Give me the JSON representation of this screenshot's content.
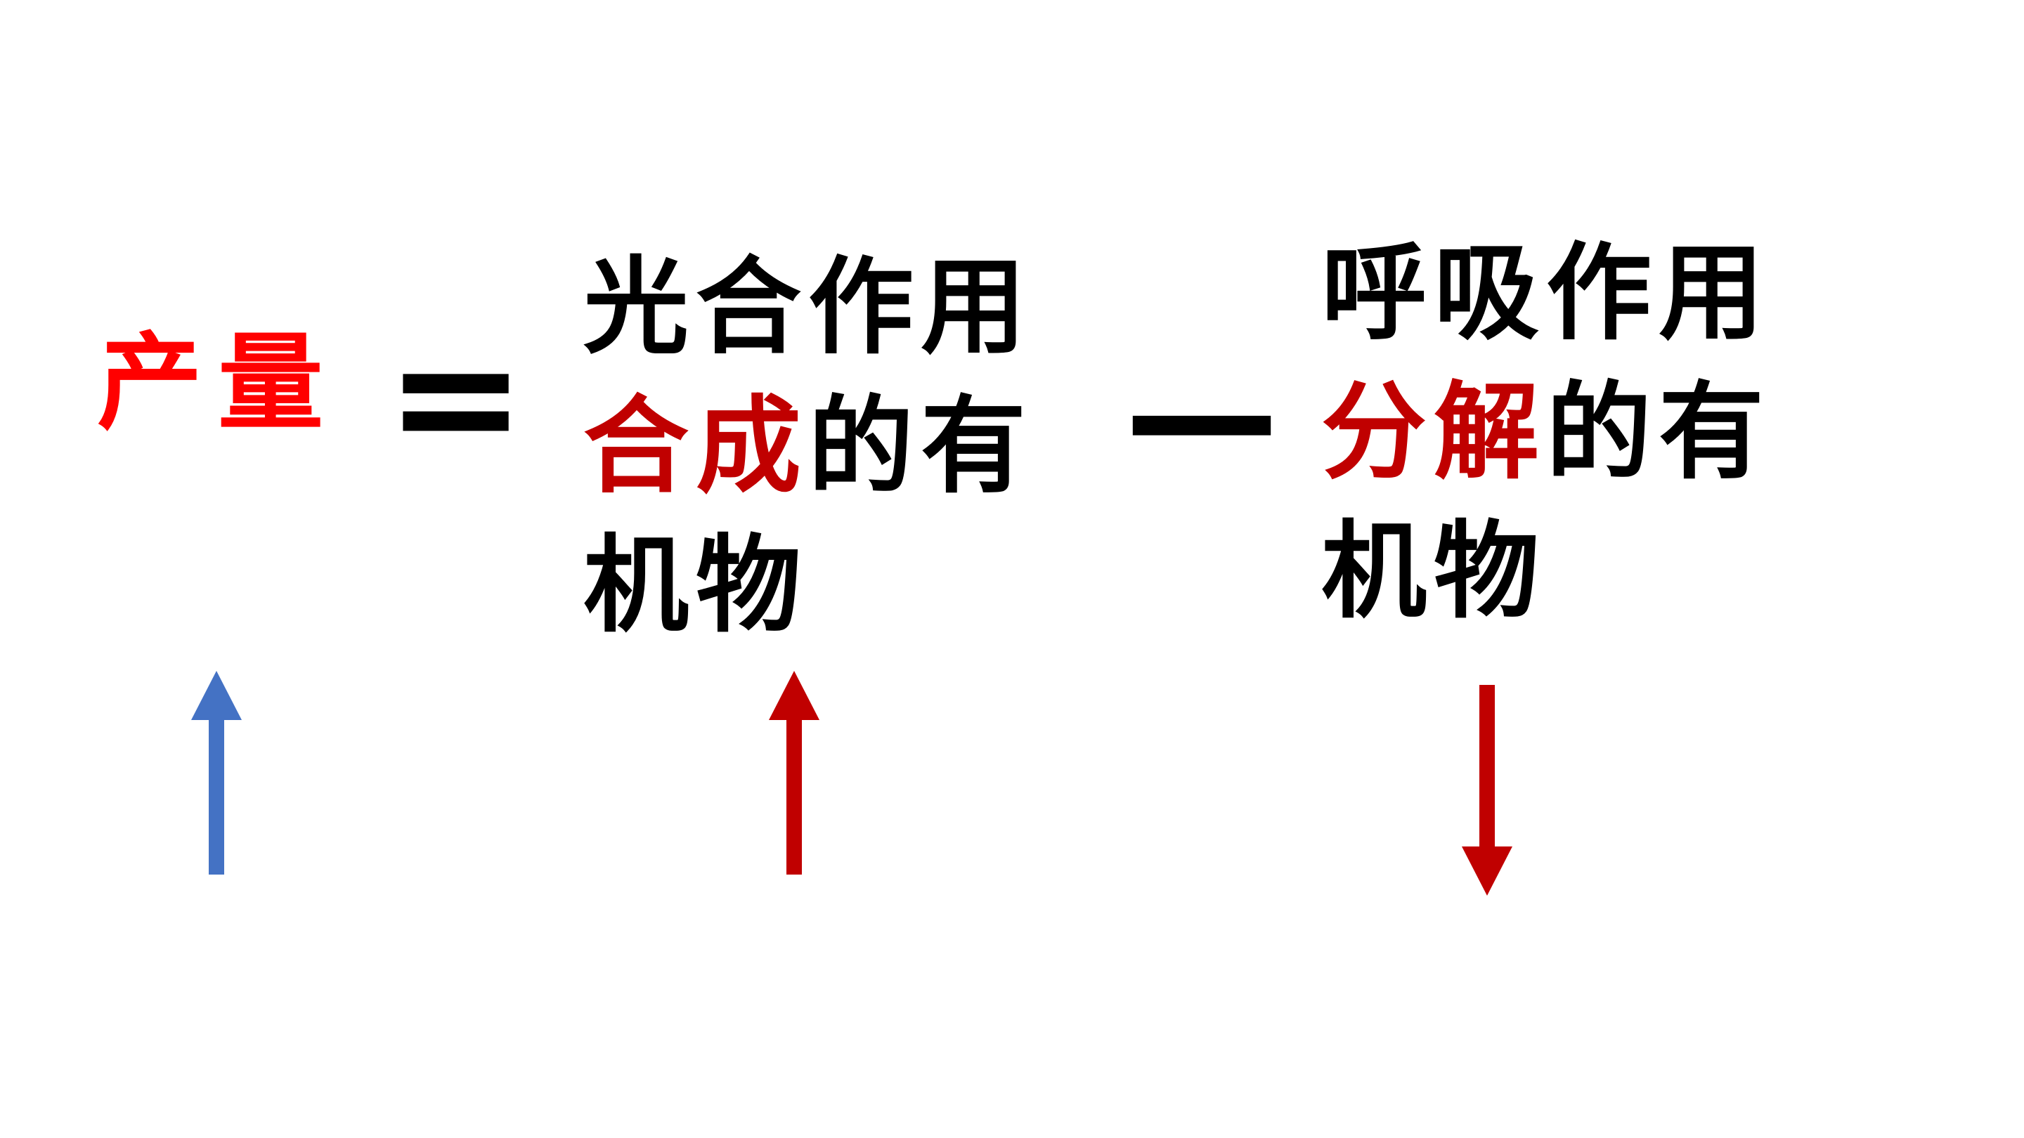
{
  "colors": {
    "black": "#000000",
    "red_bright": "#ff0000",
    "red_dark": "#c00000",
    "blue": "#4472c4"
  },
  "yield": {
    "text": "产量"
  },
  "equals": "=",
  "minus": "—",
  "photosynthesis": {
    "line1": "光合作用",
    "line2_red": "合成",
    "line2_black": "的有",
    "line3": "机物"
  },
  "respiration": {
    "line1": "呼吸作用",
    "line2_red": "分解",
    "line2_black": "的有",
    "line3": "机物"
  },
  "arrows": [
    {
      "name": "yield-arrow",
      "direction": "up",
      "color": "#4472c4"
    },
    {
      "name": "photosynthesis-arrow",
      "direction": "up",
      "color": "#c00000"
    },
    {
      "name": "respiration-arrow",
      "direction": "down",
      "color": "#c00000"
    }
  ]
}
